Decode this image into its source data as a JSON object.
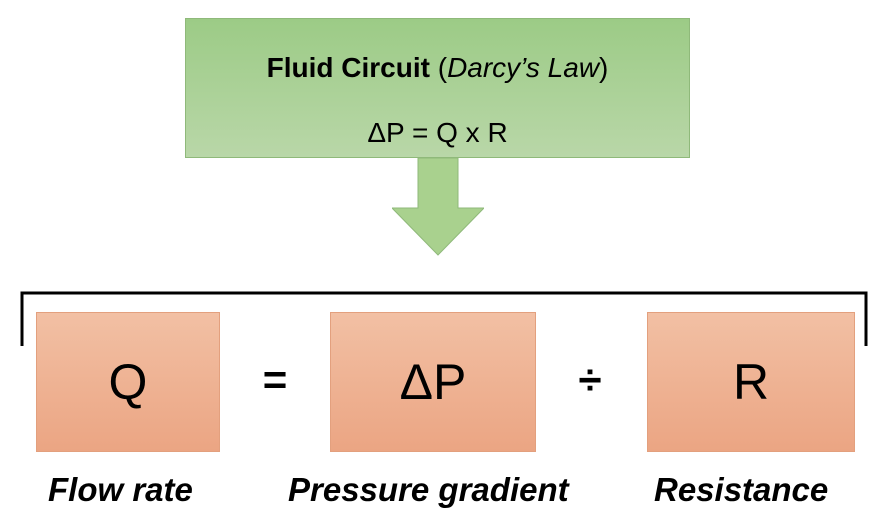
{
  "header": {
    "title_bold": "Fluid Circuit",
    "title_paren_open": " (",
    "title_italic": "Darcy’s Law",
    "title_paren_close": ")",
    "formula": "ΔP = Q x R"
  },
  "equation": {
    "terms": [
      {
        "symbol": "Q",
        "label": "Flow rate"
      },
      {
        "symbol": "ΔP",
        "label": "Pressure gradient"
      },
      {
        "symbol": "R",
        "label": "Resistance"
      }
    ],
    "operators": [
      "=",
      "÷"
    ]
  },
  "colors": {
    "top_box": "#a9d18e",
    "term_boxes": "#f0b08f",
    "arrow": "#a9d18e",
    "bracket": "#000000"
  }
}
